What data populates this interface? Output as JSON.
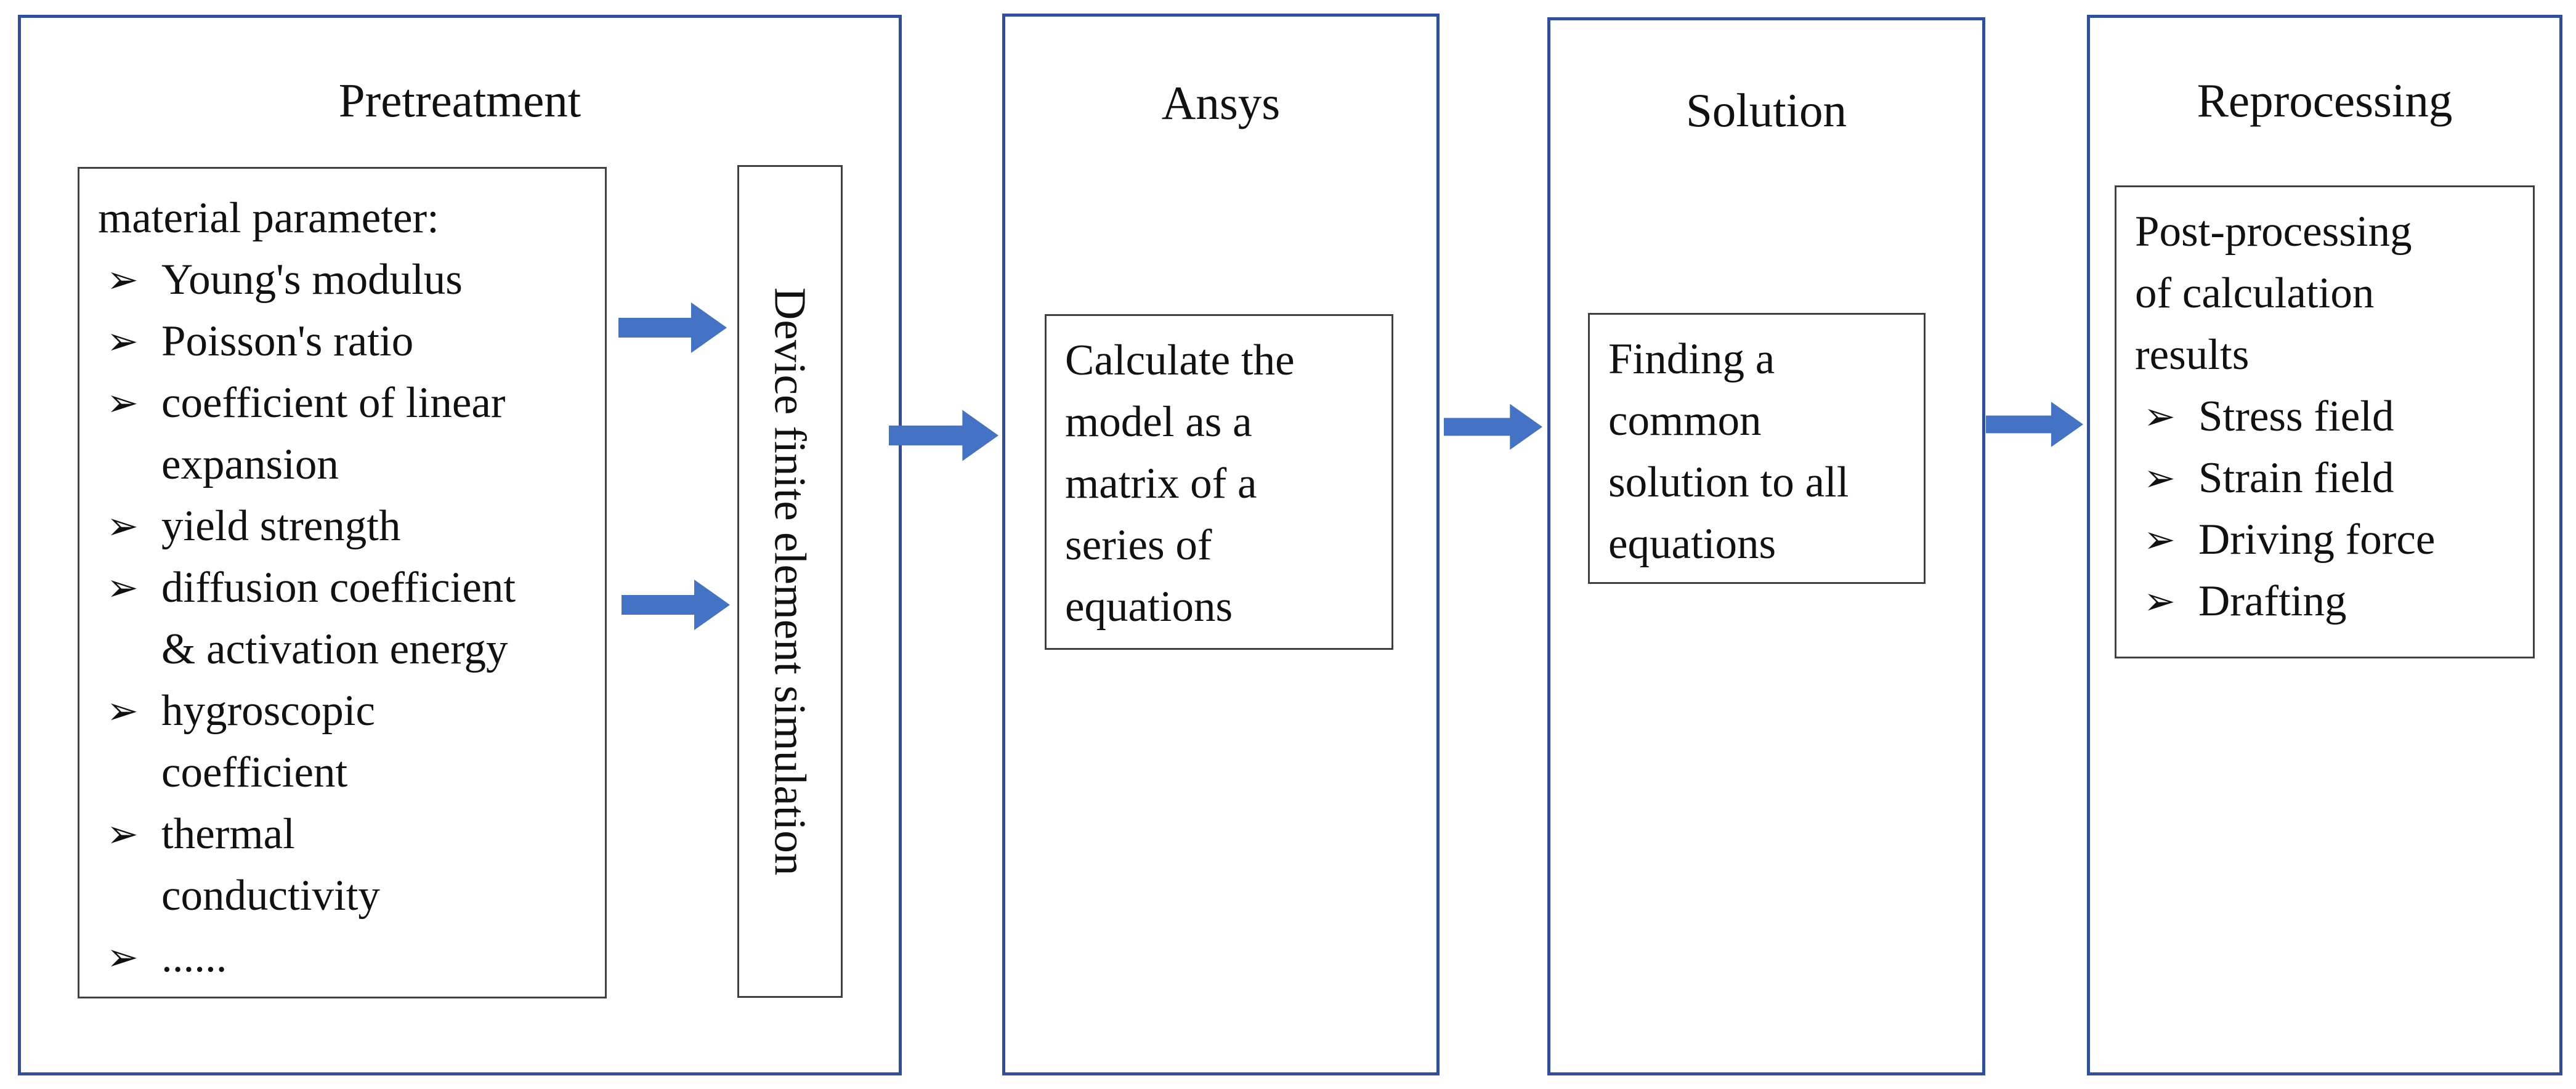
{
  "colors": {
    "panel_border": "#2f4f9e",
    "arrow_fill": "#4472c4",
    "box_border": "#404040"
  },
  "bullet_icon": "arrow-bullet-icon",
  "bullet_glyph": "➢",
  "pretreatment": {
    "title": "Pretreatment",
    "materials": {
      "heading": "material parameter:",
      "items": [
        [
          "Young's modulus"
        ],
        [
          "Poisson's ratio"
        ],
        [
          "coefficient of linear",
          "expansion"
        ],
        [
          "yield strength"
        ],
        [
          "diffusion coefficient",
          "& activation energy"
        ],
        [
          "hygroscopic",
          "coefficient"
        ],
        [
          "thermal",
          "conductivity"
        ],
        [
          "......"
        ]
      ]
    },
    "simulation_label": "Device finite element simulation"
  },
  "ansys": {
    "title": "Ansys",
    "lines": [
      "Calculate the",
      "model as a",
      "matrix of a",
      "series of",
      "equations"
    ]
  },
  "solution": {
    "title": "Solution",
    "lines": [
      "Finding a",
      "common",
      "solution to all",
      "equations"
    ]
  },
  "reprocessing": {
    "title": "Reprocessing",
    "heading_lines": [
      "Post-processing",
      "of calculation",
      "results"
    ],
    "items": [
      "Stress field",
      "Strain field",
      "Driving force",
      "Drafting"
    ]
  }
}
